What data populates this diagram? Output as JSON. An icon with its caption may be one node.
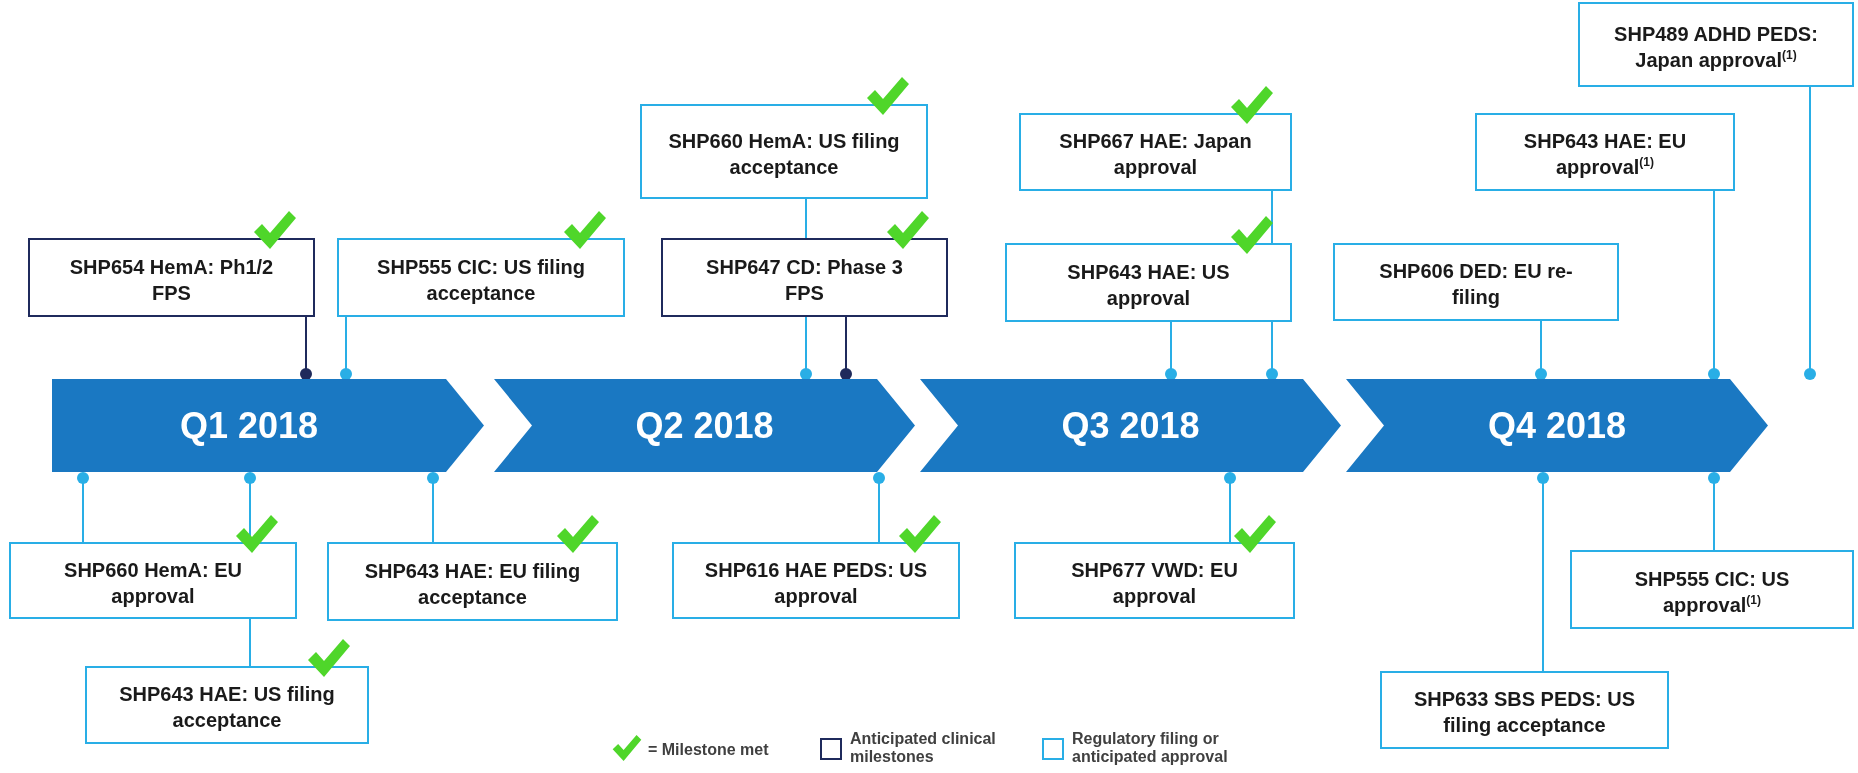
{
  "diagram": {
    "nodes": [
      {
        "text": [
          "SHP654 HemA: Ph1/2 FPS"
        ]
      },
      {
        "text": [
          "SHP555 CIC: US filing acceptance"
        ]
      },
      {
        "text": [
          "SHP660 HemA: US filing acceptance"
        ]
      },
      {
        "text": [
          "SHP647 CD: Phase 3 FPS"
        ]
      },
      {
        "text": [
          "SHP667 HAE: Japan approval"
        ]
      },
      {
        "text": [
          "SHP643 HAE: US approval"
        ]
      },
      {
        "text": [
          "SHP606 DED: EU re-filing"
        ]
      },
      {
        "text": [
          "SHP643 HAE: EU approval$^{(1)}$"
        ]
      },
      {
        "text": [
          "SHP489 ADHD PEDS: Japan approval$^{(1)}$"
        ]
      },
      {
        "text": [
          "Q1 2018"
        ]
      },
      {
        "text": [
          "Q2 2018"
        ]
      },
      {
        "text": [
          "Q3 2018"
        ]
      },
      {
        "text": [
          "Q4 2018"
        ]
      },
      {
        "text": [
          "SHP660 HemA: EU approval"
        ]
      },
      {
        "text": [
          "SHP643 HAE: US filing acceptance"
        ]
      },
      {
        "text": [
          "SHP643 HAE: EU filing acceptance"
        ]
      },
      {
        "text": [
          "SHP616 HAE PEDS: US approval"
        ]
      },
      {
        "text": [
          "SHP677 VWD: EU approval"
        ]
      },
      {
        "text": [
          "SHP633 SBS PEDS: US filing acceptance"
        ]
      },
      {
        "text": [
          "SHP555 CIC: US approval$^{(1)}$"
        ]
      }
    ],
    "edges": [
      {
        "from": 0,
        "to": 9,
        "arrow": "other",
        "color": "#1f2a5c"
      },
      {
        "from": 1,
        "to": 9,
        "arrow": "other"
      },
      {
        "from": 2,
        "to": 10,
        "arrow": "other"
      },
      {
        "from": 3,
        "to": 10,
        "arrow": "other",
        "color": "#1f2a5c"
      },
      {
        "from": 4,
        "to": 11,
        "arrow": "other"
      },
      {
        "from": 5,
        "to": 11,
        "arrow": "other"
      },
      {
        "from": 6,
        "to": 12,
        "arrow": "other"
      },
      {
        "from": 7,
        "to": 12,
        "arrow": "other"
      },
      {
        "from": 8,
        "to": 12,
        "arrow": "other"
      },
      {
        "from": 13,
        "to": 9,
        "arrow": "other"
      },
      {
        "from": 14,
        "to": 9,
        "arrow": "other"
      },
      {
        "from": 15,
        "to": 9,
        "arrow": "other"
      },
      {
        "from": 16,
        "to": 10,
        "arrow": "other"
      },
      {
        "from": 17,
        "to": 11,
        "arrow": "other"
      },
      {
        "from": 18,
        "to": 12,
        "arrow": "other"
      },
      {
        "from": 19,
        "to": 12,
        "arrow": "other"
      }
    ],
    "legend": [
      {
        "text": "= Milestone met"
      },
      {
        "text": "Anticipated clinical milestones"
      },
      {
        "text": "Regulatory filing or anticipated approval"
      }
    ]
  }
}
